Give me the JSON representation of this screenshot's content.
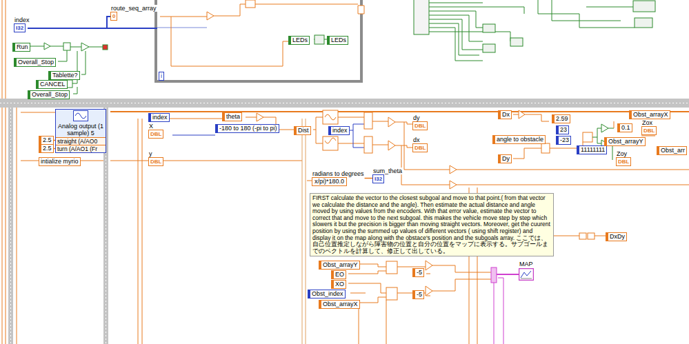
{
  "diagram": {
    "nodes": [
      {
        "text": [
          "index",
          "I32"
        ]
      },
      {
        "text": [
          "route_seq_array",
          "0"
        ]
      },
      {
        "text": [
          "Run"
        ]
      },
      {
        "text": [
          "Overall_Stop"
        ]
      },
      {
        "text": [
          "LEDs"
        ]
      },
      {
        "text": [
          "LEDs"
        ]
      },
      {
        "text": [
          "Tablette?"
        ]
      },
      {
        "text": [
          "CANCEL"
        ]
      },
      {
        "text": [
          "Overall_Stop"
        ]
      },
      {
        "text": [
          "Analog output (1 sample) 5",
          "straight (A/AO0",
          "turn (A/AO1 (Fr"
        ]
      },
      {
        "text": [
          "2.5"
        ]
      },
      {
        "text": [
          "2.5"
        ]
      },
      {
        "text": [
          "index"
        ]
      },
      {
        "text": [
          "X",
          "DBL"
        ]
      },
      {
        "text": [
          "y",
          "DBL"
        ]
      },
      {
        "text": [
          "theta"
        ]
      },
      {
        "text": [
          "-180 to 180 (-pi to pi)"
        ]
      },
      {
        "text": [
          "Dist"
        ]
      },
      {
        "text": [
          "index"
        ]
      },
      {
        "text": [
          "dy",
          "DBL"
        ]
      },
      {
        "text": [
          "dx",
          "DBL"
        ]
      },
      {
        "text": [
          "radians to degrees",
          "x/pi)*180.0"
        ]
      },
      {
        "text": [
          "sum_theta",
          "I32"
        ]
      },
      {
        "text": [
          "Dx"
        ]
      },
      {
        "text": [
          "angle to obstacle"
        ]
      },
      {
        "text": [
          "Dy"
        ]
      },
      {
        "text": [
          "2.59"
        ]
      },
      {
        "text": [
          "23"
        ]
      },
      {
        "text": [
          "-23"
        ]
      },
      {
        "text": [
          "11111111"
        ]
      },
      {
        "text": [
          "Obst_arrayX"
        ]
      },
      {
        "text": [
          "0.1"
        ]
      },
      {
        "text": [
          "Zox",
          "DBL"
        ]
      },
      {
        "text": [
          "Obst_arrayY"
        ]
      },
      {
        "text": [
          "Obst_arr"
        ]
      },
      {
        "text": [
          "Zoy",
          "DBL"
        ]
      },
      {
        "text": [
          "FIRST calculate the vector to the closest subgoal and move to that point.( from that vector we calculate the distance and the angle). Then estimate the actual distance and angle moved by using values from the encoders. With that error value, estimate the vector to correct that and move to the next subgoal. this makes the vehicle move step by step which slowers it but the precision is bigger than moving straight vectors. Moreover, get the cuurent position by using the summed up values of different vectors ( using shift register) and display it on the map along with the obstace's position and the subgoals array. ここでは、自己位置推定しながら障害物の位置と自分の位置をマップに表示する。サブゴールまでのベクトルを計算して、修正して出している。"
        ]
      },
      {
        "text": [
          "DxDy"
        ]
      },
      {
        "text": [
          "Obst_arrayY"
        ]
      },
      {
        "text": [
          "EO"
        ]
      },
      {
        "text": [
          "XO"
        ]
      },
      {
        "text": [
          "Obst_index"
        ]
      },
      {
        "text": [
          "Obst_arrayX"
        ]
      },
      {
        "text": [
          "-5"
        ]
      },
      {
        "text": [
          "-5"
        ]
      },
      {
        "text": [
          "MAP"
        ]
      }
    ],
    "edges": [
      {
        "from": 10,
        "to": 9,
        "arrow": "none"
      },
      {
        "from": 11,
        "to": 9,
        "arrow": "none"
      },
      {
        "from": 21,
        "to": 22,
        "arrow": "none"
      }
    ],
    "labels": [
      "i",
      "intialize myrio"
    ]
  }
}
